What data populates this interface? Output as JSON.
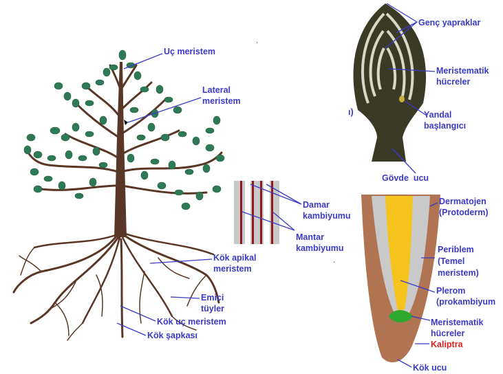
{
  "labels": {
    "uc_meristem": "Uç meristem",
    "lateral_l1": "Lateral",
    "lateral_l2": "meristem",
    "damar_l1": "Damar",
    "damar_l2": "kambiyumu",
    "mantar_l1": "Mantar",
    "mantar_l2": "kambiyumu",
    "kok_apikal_l1": "Kök apikal",
    "kok_apikal_l2": "meristem",
    "emici_l1": "Emici",
    "emici_l2": "tüyler",
    "kok_uc_meristem": "Kök uç meristem",
    "kok_sapkasi": "Kök şapkası",
    "genc_yapraklar": "Genç yapraklar",
    "meristematik_top_l1": "Meristematik",
    "meristematik_top_l2": "hücreler",
    "yandal_l1": "Yandal",
    "yandal_l2": "başlangıcı",
    "govde_ucu": "Gövde  ucu",
    "bracket_mark": "ı)",
    "dermatojen_l1": "Dermatojen",
    "dermatojen_l2": "(Protoderm)",
    "periblem_l1": "Periblem",
    "periblem_l2": "(Temel",
    "periblem_l3": "meristem)",
    "plerom_l1": "Plerom",
    "plerom_l2": "(prokambiyum",
    "meristematik_bot_l1": "Meristematik",
    "meristematik_bot_l2": "hücreler",
    "kaliptra": "Kaliptra",
    "kok_ucu": "Kök ucu"
  },
  "colors": {
    "label_blue": "#3a3ac8",
    "label_red": "#e0201e",
    "trunk_brown": "#5a3626",
    "leaf_green": "#2f7a56",
    "shoot_dark": "#3a3a26",
    "root_brown": "#b07452",
    "plerom_yellow": "#f5c31c",
    "cortex_gray": "#c9c9c9",
    "cambium_red": "#8b1a1a",
    "meristem_green": "#2ea82e"
  }
}
